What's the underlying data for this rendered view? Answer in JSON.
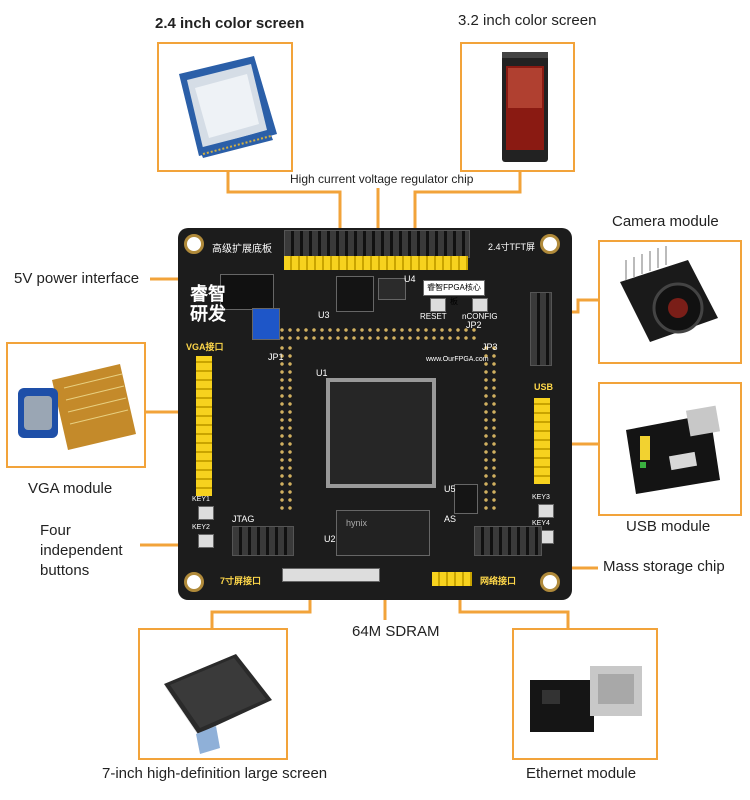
{
  "labels": {
    "screen_24": "2.4 inch color screen",
    "screen_32": "3.2 inch color screen",
    "regulator": "High current voltage regulator chip",
    "power": "5V power interface",
    "camera": "Camera module",
    "vga": "VGA module",
    "buttons": "Four independent buttons",
    "usb": "USB module",
    "mass_storage": "Mass storage chip",
    "sdram": "64M SDRAM",
    "screen_7": "7-inch high-definition large screen",
    "ethernet": "Ethernet module"
  },
  "board": {
    "title": "高级扩展底板",
    "tft": "2.4寸TFT屏",
    "brand": "睿智\n研发",
    "vga_header": "VGA接口",
    "usb_header": "USB",
    "core_board": "睿智FPGA核心板",
    "site": "www.OurFPGA.com",
    "reset": "RESET",
    "nconfig": "nCONFIG",
    "jtag": "JTAG",
    "as": "AS",
    "key1": "KEY1",
    "key2": "KEY2",
    "key3": "KEY3",
    "key4": "KEY4",
    "screen7_port": "7寸屏接口",
    "net_port": "网络接口",
    "sdram_mark": "hynix",
    "u1": "U1",
    "u2": "U2",
    "u3": "U3",
    "u4": "U4",
    "u5": "U5",
    "jp1": "JP1",
    "jp2": "JP2",
    "jp3": "JP3"
  },
  "colors": {
    "accent": "#f2a33a",
    "board": "#1c1c1c",
    "header_pins": "#f7d21e"
  }
}
